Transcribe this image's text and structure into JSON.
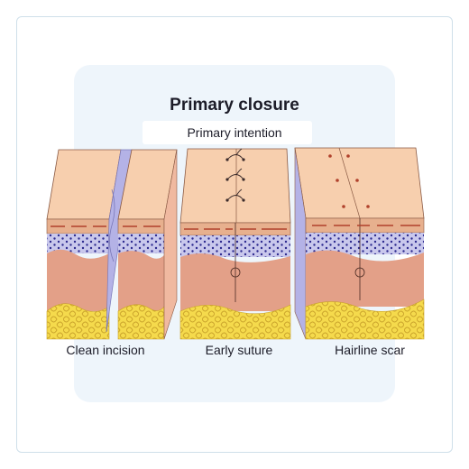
{
  "diagram": {
    "title": "Primary closure",
    "subtitle": "Primary intention",
    "stages": [
      {
        "label": "Clean incision"
      },
      {
        "label": "Early suture"
      },
      {
        "label": "Hairline scar"
      }
    ]
  },
  "colors": {
    "epidermis_top": "#f7cfae",
    "epidermis_front": "#f4c6a3",
    "stratum": "#e7b08e",
    "dermis_upper": "#c9c8ec",
    "dermis_dots": "#2d2a8f",
    "dermis": "#e3a088",
    "fat": "#f5da4c",
    "wound_channel": "#b4b2e6",
    "scar_marks": "#b0412b"
  }
}
